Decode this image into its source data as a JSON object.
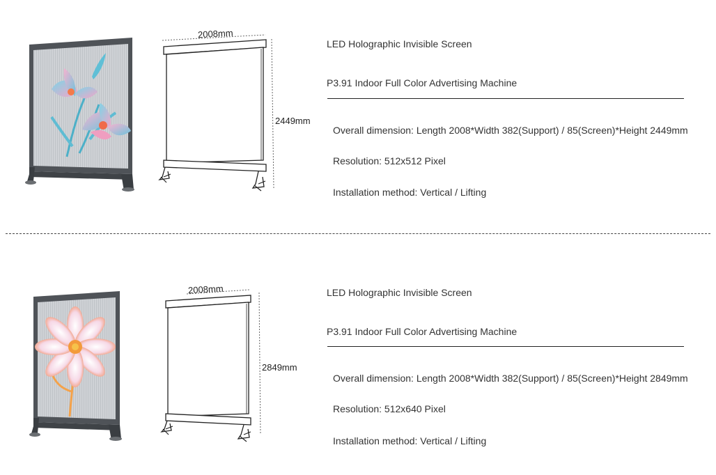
{
  "products": [
    {
      "name": "LED Holographic Invisible Screen",
      "model": "P3.91 Indoor Full Color Advertising Machine",
      "width_label": "2008mm",
      "height_label": "2449mm",
      "overall_dimension": "Overall dimension: Length 2008*Width 382(Support) / 85(Screen)*Height 2449mm",
      "resolution": "Resolution: 512x512 Pixel",
      "installation": "Installation method: Vertical / Lifting",
      "image_subject": "lily"
    },
    {
      "name": "LED Holographic Invisible Screen",
      "model": "P3.91 Indoor Full Color Advertising Machine",
      "width_label": "2008mm",
      "height_label": "2849mm",
      "overall_dimension": "Overall dimension: Length 2008*Width 382(Support) / 85(Screen)*Height 2849mm",
      "resolution": "Resolution: 512x640 Pixel",
      "installation": "Installation method: Vertical / Lifting",
      "image_subject": "cosmos-flower"
    }
  ],
  "colors": {
    "frame": "#555a5f",
    "panel": "#c9ccd0",
    "petal_blue": "#6fc6dc",
    "petal_pink": "#f0a0c0",
    "petal_orange": "#f39a4a"
  }
}
